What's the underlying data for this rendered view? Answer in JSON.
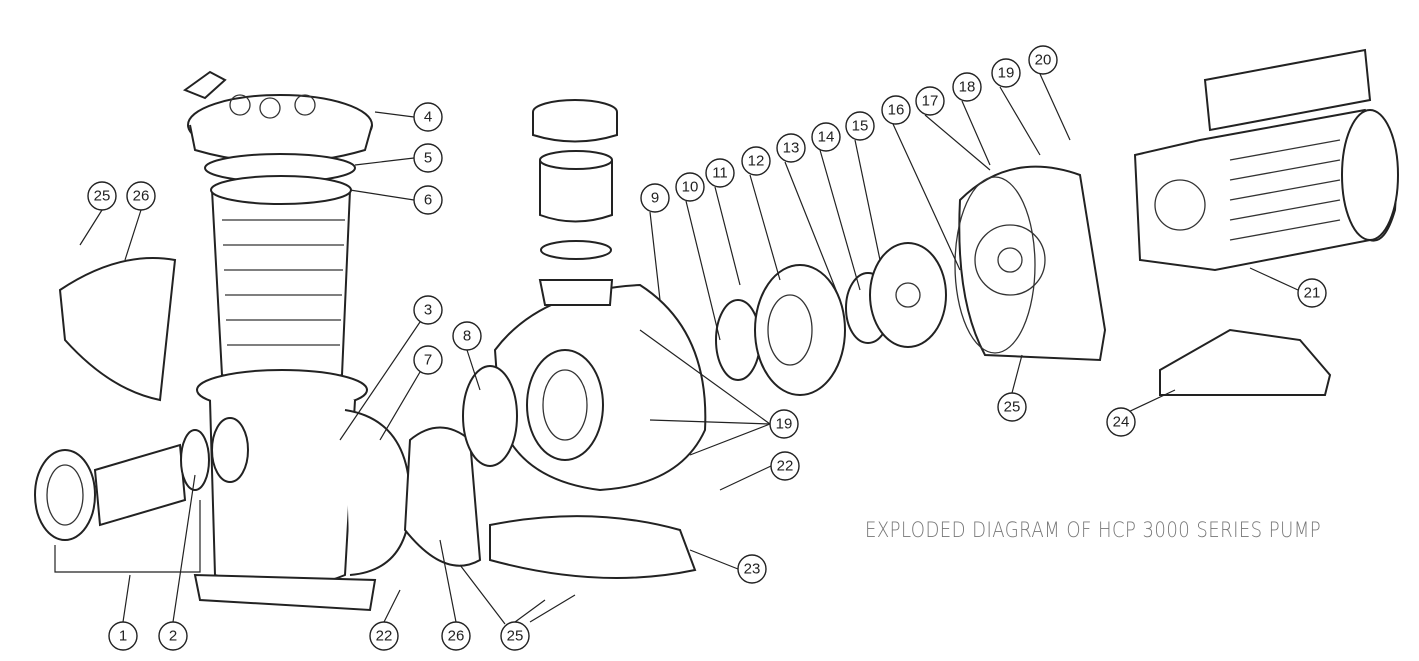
{
  "caption": "EXPLODED DIAGRAM OF HCP 3000 SERIES PUMP",
  "callouts": [
    "4",
    "5",
    "6",
    "3",
    "7",
    "8",
    "9",
    "10",
    "11",
    "12",
    "13",
    "14",
    "15",
    "16",
    "17",
    "18",
    "19",
    "20",
    "21",
    "19",
    "22",
    "23",
    "24",
    "25",
    "25",
    "26",
    "1",
    "2",
    "22",
    "26",
    "25"
  ]
}
